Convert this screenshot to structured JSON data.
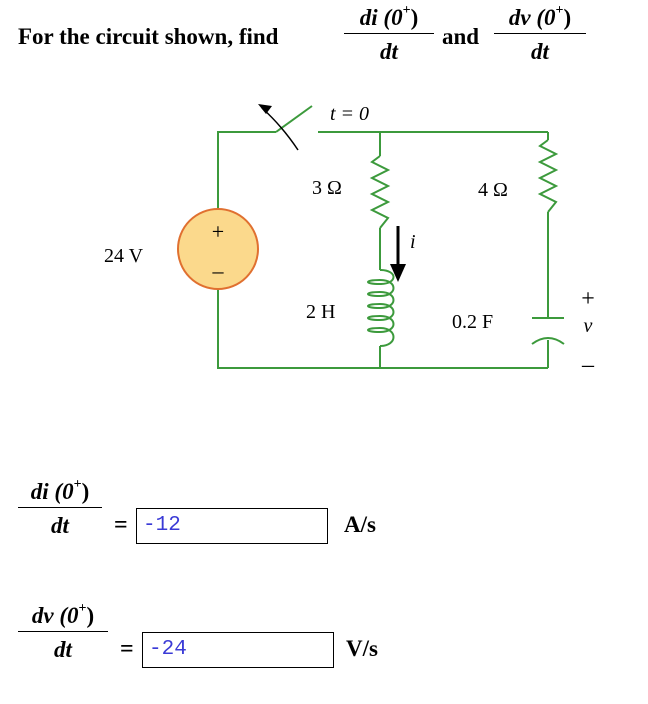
{
  "question": {
    "prefix": "For the circuit shown, find",
    "conjunction": "and",
    "frac1": {
      "num": "di (0",
      "sup": "+",
      "close": ")",
      "den": "dt"
    },
    "frac2": {
      "num": "dv (0",
      "sup": "+",
      "close": ")",
      "den": "dt"
    }
  },
  "circuit": {
    "switch_label": "t = 0",
    "source_label": "24 V",
    "source_plus": "+",
    "source_minus": "–",
    "r1_label": "3 Ω",
    "inductor_label": "2 H",
    "current_label": "i",
    "r2_label": "4 Ω",
    "cap_label": "0.2 F",
    "v_plus": "+",
    "v_label": "v",
    "v_minus": "–",
    "wire_color": "#3c9a3c",
    "source_fill": "#fbd98c",
    "source_stroke": "#e07030"
  },
  "answers": [
    {
      "frac": {
        "num": "di (0",
        "sup": "+",
        "close": ")",
        "den": "dt"
      },
      "equals": "=",
      "value": "-12",
      "unit": "A/s"
    },
    {
      "frac": {
        "num": "dv (0",
        "sup": "+",
        "close": ")",
        "den": "dt"
      },
      "equals": "=",
      "value": "-24",
      "unit": "V/s"
    }
  ]
}
